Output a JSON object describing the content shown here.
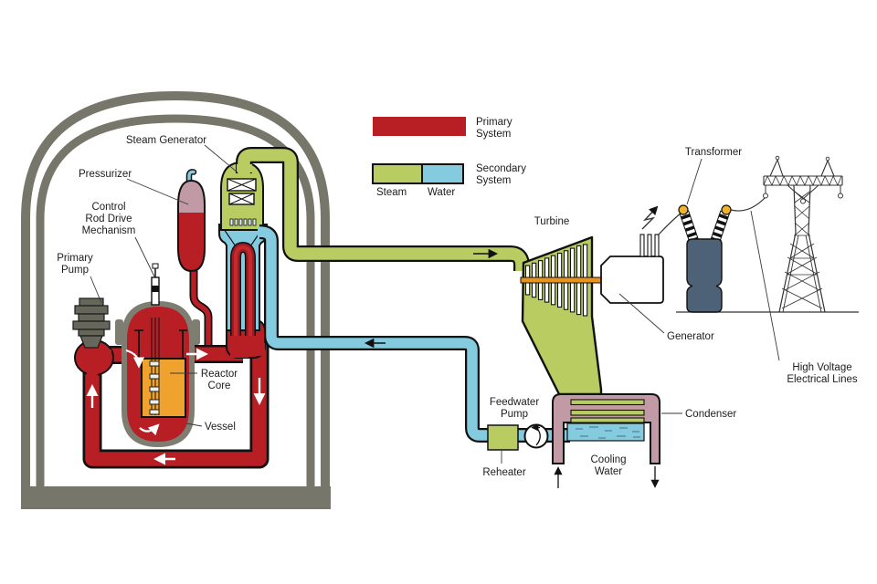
{
  "labels": {
    "steam_generator": "Steam Generator",
    "pressurizer": "Pressurizer",
    "control_rod_drive": [
      "Control",
      "Rod Drive",
      "Mechanism"
    ],
    "primary_pump": [
      "Primary",
      "Pump"
    ],
    "reactor_core": [
      "Reactor",
      "Core"
    ],
    "vessel": "Vessel",
    "turbine": "Turbine",
    "transformer": "Transformer",
    "generator": "Generator",
    "high_voltage": [
      "High Voltage",
      "Electrical Lines"
    ],
    "feedwater_pump": [
      "Feedwater",
      "Pump"
    ],
    "reheater": "Reheater",
    "cooling_water": [
      "Cooling",
      "Water"
    ],
    "condenser": "Condenser"
  },
  "legend": {
    "primary": [
      "Primary",
      "System"
    ],
    "secondary": [
      "Secondary",
      "System"
    ],
    "steam": "Steam",
    "water": "Water"
  },
  "colors": {
    "primary_system": "#b71f25",
    "steam": "#b9cc62",
    "water": "#84cbe0",
    "containment": "#76766a",
    "vessel_gray": "#7d7d72",
    "pump_gray": "#66665a",
    "head_mauve": "#c19aa5",
    "core_orange": "#f0a22e",
    "shaft_orange": "#e8931f",
    "transformer_body": "#4e6277",
    "bushing_ball": "#f2b22e"
  }
}
